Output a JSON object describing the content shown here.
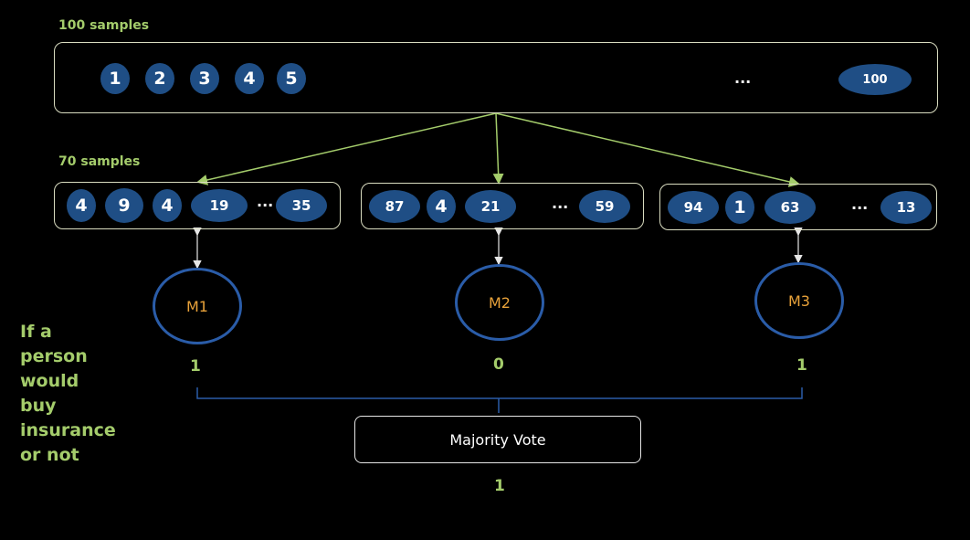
{
  "top": {
    "label": "100 samples",
    "samples": [
      "1",
      "2",
      "3",
      "4",
      "5"
    ],
    "ellipsis": "...",
    "last": "100"
  },
  "subsets": {
    "label": "70 samples",
    "groups": [
      {
        "items": [
          "4",
          "9",
          "4",
          "19"
        ],
        "ellipsis": "...",
        "last": "35"
      },
      {
        "items": [
          "87",
          "4",
          "21"
        ],
        "ellipsis": "...",
        "last": "59"
      },
      {
        "items": [
          "94",
          "1",
          "63"
        ],
        "ellipsis": "...",
        "last": "13"
      }
    ]
  },
  "models": [
    {
      "name": "M1",
      "prediction": "1"
    },
    {
      "name": "M2",
      "prediction": "0"
    },
    {
      "name": "M3",
      "prediction": "1"
    }
  ],
  "question": [
    "If a",
    "person",
    "would",
    "buy",
    "insurance",
    "or not"
  ],
  "aggregate": {
    "label": "Majority Vote",
    "result": "1"
  },
  "colors": {
    "pill": "#1f4e85",
    "green": "#a4cc6b",
    "model_border": "#2a5ca8",
    "model_text": "#e8a23a"
  }
}
